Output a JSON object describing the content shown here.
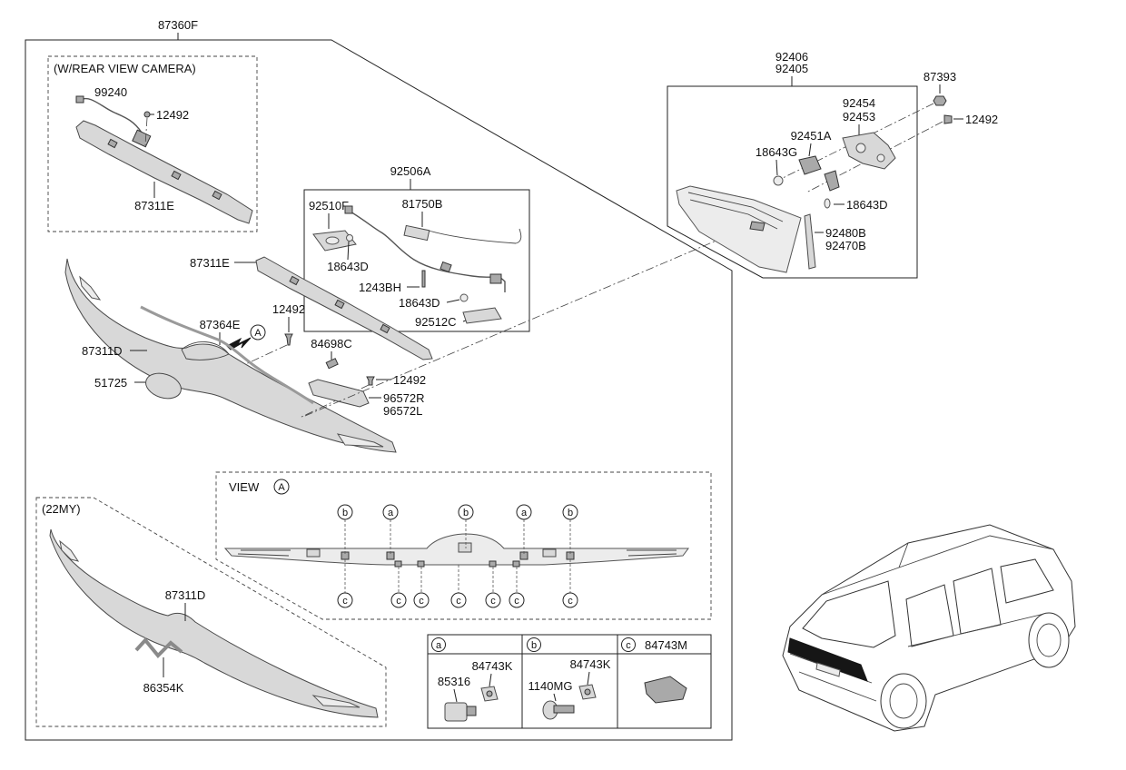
{
  "diagram": {
    "main_assembly": "87360F",
    "camera_box": {
      "title": "(W/REAR VIEW CAMERA)",
      "harness": "99240",
      "screw": "12492",
      "garnish": "87311E"
    },
    "harness_kit": {
      "title": "92506A",
      "lamp": "92510F",
      "wire": "81750B",
      "bulb_upper": "18643D",
      "screw": "1243BH",
      "bulb_lower": "18643D",
      "lamp_lower": "92512C"
    },
    "tailgate": {
      "garnish_upper": "87311E",
      "screw_upper": "12492",
      "moulding": "87364E",
      "view_arrow_ref": "A",
      "garnish": "87311D",
      "clip": "84698C",
      "screw_lower": "12492",
      "emblem": "51725",
      "handle_r": "96572R",
      "handle_l": "96572L"
    },
    "lamp": {
      "assy_1": "92406",
      "assy_2": "92405",
      "nut": "87393",
      "screw": "12492",
      "gasket_1": "92454",
      "gasket_2": "92453",
      "socket": "92451A",
      "bulb_g": "18643G",
      "bulb_d": "18643D",
      "lens_1": "92480B",
      "lens_2": "92470B"
    },
    "view_a": {
      "title": "VIEW",
      "ref": "A",
      "top_callouts": [
        "b",
        "a",
        "b",
        "a",
        "b"
      ],
      "bottom_callouts": [
        "c",
        "c",
        "c",
        "c",
        "c",
        "c",
        "c"
      ]
    },
    "my22": {
      "title": "(22MY)",
      "garnish": "87311D",
      "emblem": "86354K"
    },
    "fastener_table": {
      "col_a": {
        "ref": "a",
        "nut": "84743K",
        "part": "85316"
      },
      "col_b": {
        "ref": "b",
        "nut": "84743K",
        "part": "1140MG"
      },
      "col_c": {
        "ref": "c",
        "part": "84743M"
      }
    },
    "colors": {
      "part_fill": "#d8d8d8",
      "outline": "#4a4a4a",
      "highlight": "#161616"
    }
  }
}
